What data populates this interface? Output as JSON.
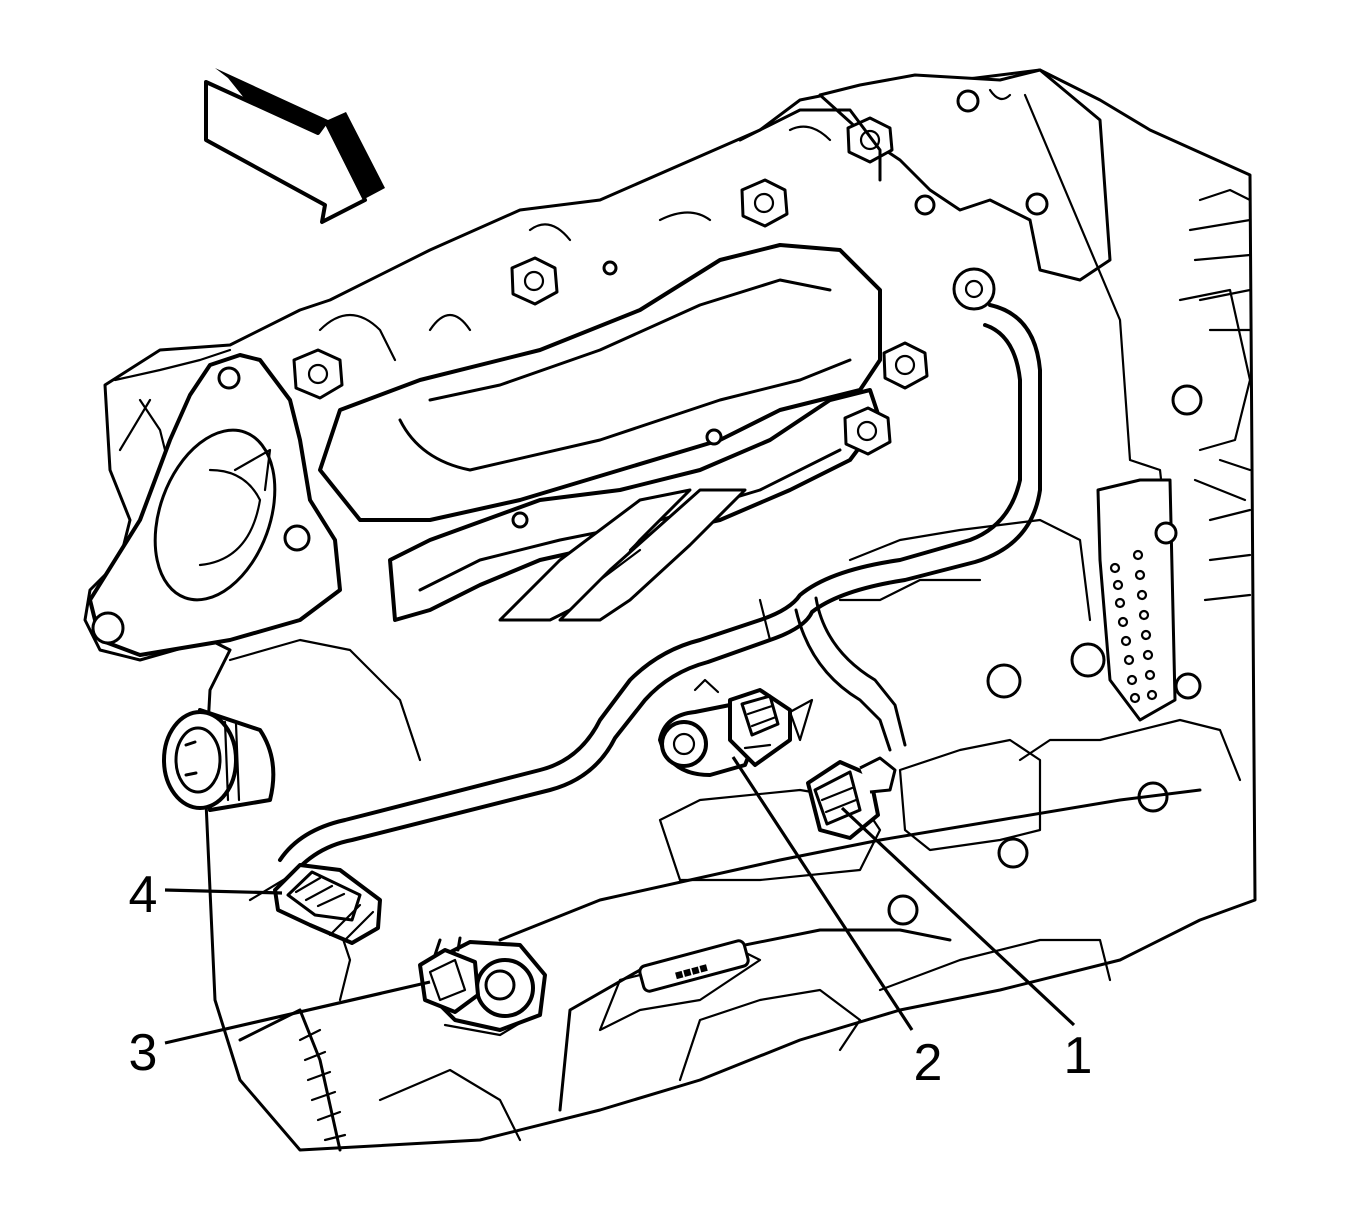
{
  "callouts": [
    {
      "id": "1",
      "label": "1"
    },
    {
      "id": "2",
      "label": "2"
    },
    {
      "id": "3",
      "label": "3"
    },
    {
      "id": "4",
      "label": "4"
    }
  ],
  "icons": {
    "view_arrow": "view-direction-arrow-icon"
  },
  "colors": {
    "line": "#000000",
    "background": "#ffffff"
  }
}
